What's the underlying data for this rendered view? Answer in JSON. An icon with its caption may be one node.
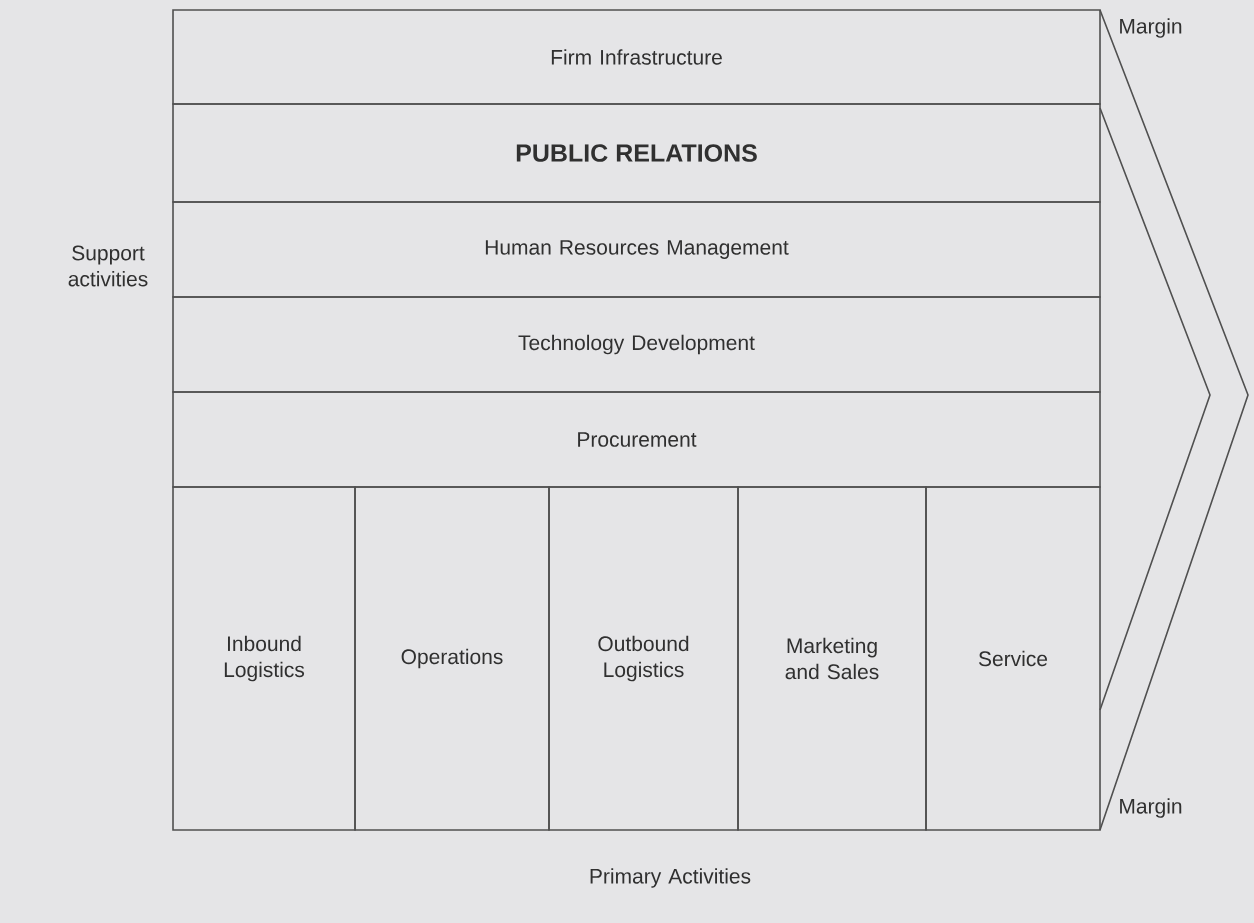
{
  "diagram": {
    "nodes": [
      {
        "text": [
          "Firm Infrastructure"
        ]
      },
      {
        "text": [
          "PUBLIC RELATIONS"
        ]
      },
      {
        "text": [
          "Human Resources Management"
        ]
      },
      {
        "text": [
          "Technology Development"
        ]
      },
      {
        "text": [
          "Procurement"
        ]
      },
      {
        "text": [
          "Inbound Logistics"
        ]
      },
      {
        "text": [
          "Operations"
        ]
      },
      {
        "text": [
          "Outbound Logistics"
        ]
      },
      {
        "text": [
          "Marketing and Sales"
        ]
      },
      {
        "text": [
          "Service"
        ]
      }
    ],
    "labels": [
      "Margin",
      "Support activities",
      "Margin",
      "Primary Activities"
    ]
  }
}
